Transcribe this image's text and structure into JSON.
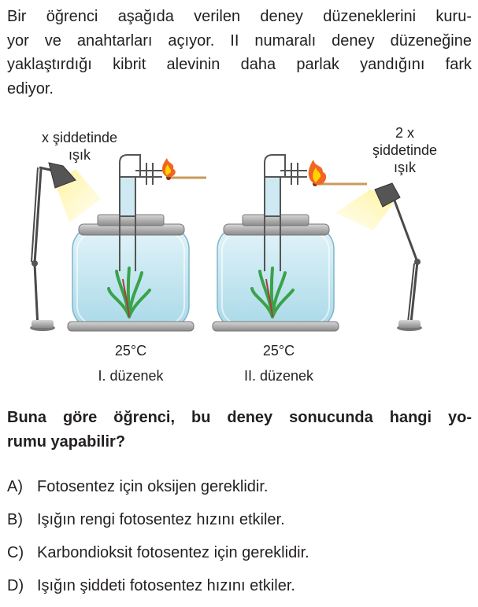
{
  "intro": {
    "lines": [
      "Bir öğrenci aşağıda verilen deney düzeneklerini kuru-",
      "yor ve anahtarları açıyor. II numaralı deney düzeneğine",
      "yaklaştırdığı kibrit alevinin daha parlak yandığını fark",
      "ediyor."
    ]
  },
  "figure": {
    "left_light_label": [
      "x şiddetinde",
      "ışık"
    ],
    "right_light_label": [
      "2 x",
      "şiddetinde",
      "ışık"
    ],
    "setup1": {
      "temperature": "25°C",
      "name": "I. düzenek"
    },
    "setup2": {
      "temperature": "25°C",
      "name": "II. düzenek"
    },
    "colors": {
      "water": "#bfe4ef",
      "light": "#fff39a",
      "flame": "#f26522",
      "plant": "#3aa24a"
    }
  },
  "question": {
    "lines": [
      "Buna göre öğrenci, bu deney sonucunda hangi yo-",
      "rumu yapabilir?"
    ]
  },
  "options": [
    {
      "letter": "A)",
      "text": "Fotosentez için oksijen gereklidir."
    },
    {
      "letter": "B)",
      "text": "Işığın rengi fotosentez hızını etkiler."
    },
    {
      "letter": "C)",
      "text": "Karbondioksit fotosentez  için gereklidir."
    },
    {
      "letter": "D)",
      "text": "Işığın şiddeti fotosentez hızını etkiler."
    }
  ]
}
